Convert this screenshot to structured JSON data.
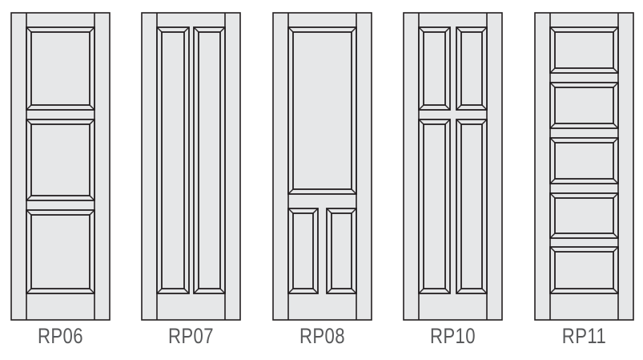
{
  "colors": {
    "door_fill": "#e6e7e8",
    "outline": "#231f20",
    "label": "#58595b"
  },
  "doors": [
    {
      "label": "RP06"
    },
    {
      "label": "RP07"
    },
    {
      "label": "RP08"
    },
    {
      "label": "RP10"
    },
    {
      "label": "RP11"
    }
  ]
}
